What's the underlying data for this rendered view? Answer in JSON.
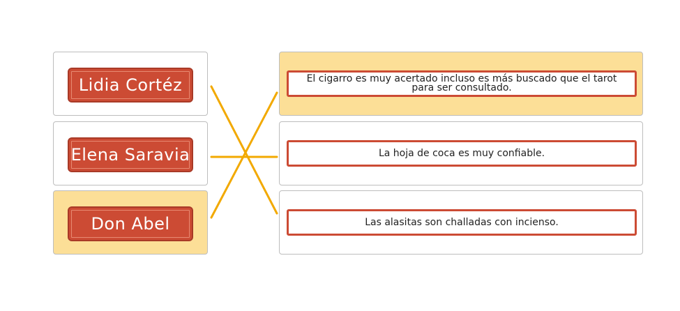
{
  "left_items": [
    {
      "label": "Lidia Cortéz",
      "selected": false
    },
    {
      "label": "Elena Saravia",
      "selected": false
    },
    {
      "label": "Don Abel",
      "selected": true
    }
  ],
  "right_items": [
    {
      "text": "El cigarro es muy acertado incluso es más buscado que el tarot para ser consultado.",
      "selected": true
    },
    {
      "text": "La hoja de coca es muy confiable.",
      "selected": false
    },
    {
      "text": "Las alasitas son challadas con incienso.",
      "selected": false
    }
  ],
  "connections": [
    {
      "from": 0,
      "to": 2
    },
    {
      "from": 1,
      "to": 1
    },
    {
      "from": 2,
      "to": 0
    }
  ],
  "colors": {
    "accent": "#cc4b34",
    "selected_bg": "#fcdf97",
    "link_line": "#f2a900"
  }
}
